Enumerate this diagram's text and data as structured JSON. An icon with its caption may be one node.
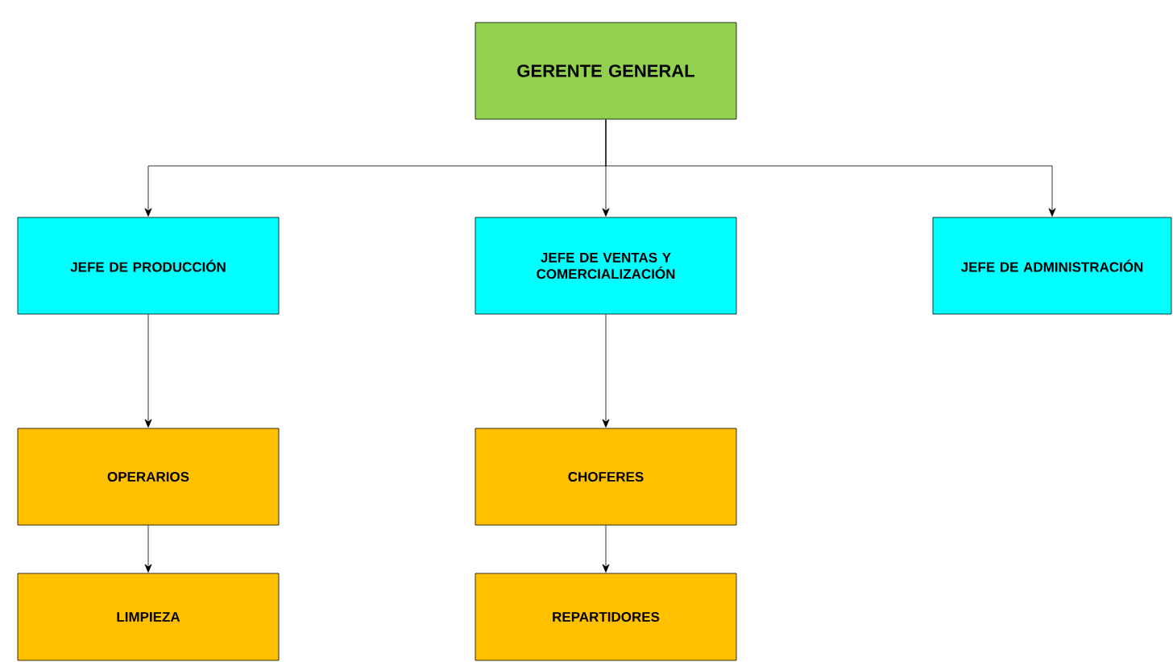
{
  "diagram": {
    "nodes": [
      {
        "text": [
          "GERENTE GENERAL"
        ]
      },
      {
        "text": [
          "JEFE DE PRODUCCIÓN"
        ]
      },
      {
        "text": [
          "JEFE DE VENTAS Y COMERCIALIZACIÓN"
        ]
      },
      {
        "text": [
          "JEFE DE ADMINISTRACIÓN"
        ]
      },
      {
        "text": [
          "OPERARIOS"
        ]
      },
      {
        "text": [
          "CHOFERES"
        ]
      },
      {
        "text": [
          "LIMPIEZA"
        ]
      },
      {
        "text": [
          "REPARTIDORES"
        ]
      }
    ],
    "edges": [
      {
        "from": 0,
        "to": 1,
        "arrow": "to"
      },
      {
        "from": 0,
        "to": 2,
        "arrow": "to"
      },
      {
        "from": 0,
        "to": 3,
        "arrow": "to"
      },
      {
        "from": 1,
        "to": 4,
        "arrow": "to"
      },
      {
        "from": 4,
        "to": 6,
        "arrow": "to"
      },
      {
        "from": 2,
        "to": 5,
        "arrow": "to"
      },
      {
        "from": 5,
        "to": 7,
        "arrow": "to"
      }
    ]
  }
}
